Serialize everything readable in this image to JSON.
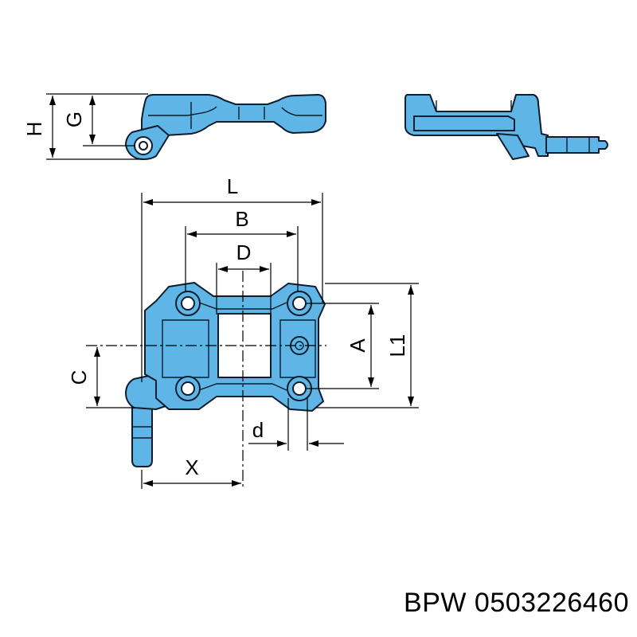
{
  "dimension_labels": {
    "H": "H",
    "G": "G",
    "L": "L",
    "B": "B",
    "D": "D",
    "A": "A",
    "L1": "L1",
    "C": "C",
    "d": "d",
    "X": "X"
  },
  "caption": "BPW 0503226460",
  "colors": {
    "part_fill": "#5fb6e6",
    "part_outline": "#0b1d2e",
    "dimension_lines": "#000000"
  }
}
